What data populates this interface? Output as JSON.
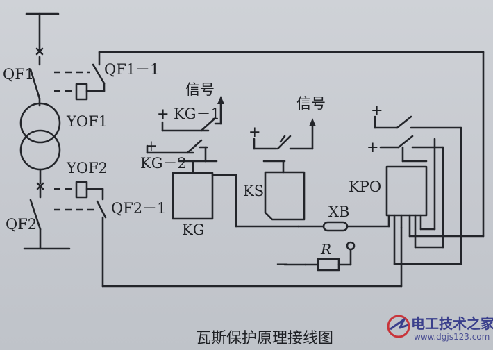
{
  "labels": {
    "qf1": "QF1",
    "qf1_1": "QF1－1",
    "yof1": "YOF1",
    "yof2": "YOF2",
    "qf2": "QF2",
    "qf2_1": "QF2－1",
    "signal_kg": "信号",
    "signal_ks": "信号",
    "kg1": "KG－1",
    "kg2": "KG－2",
    "kg": "KG",
    "ks": "KS",
    "kpo": "KPO",
    "xb": "XB",
    "r": "R",
    "plus": "+",
    "minus": "－"
  },
  "caption": "瓦斯保护原理接线图",
  "watermark": {
    "title": "电工技术之家",
    "url": "www.dgjs123.com"
  }
}
